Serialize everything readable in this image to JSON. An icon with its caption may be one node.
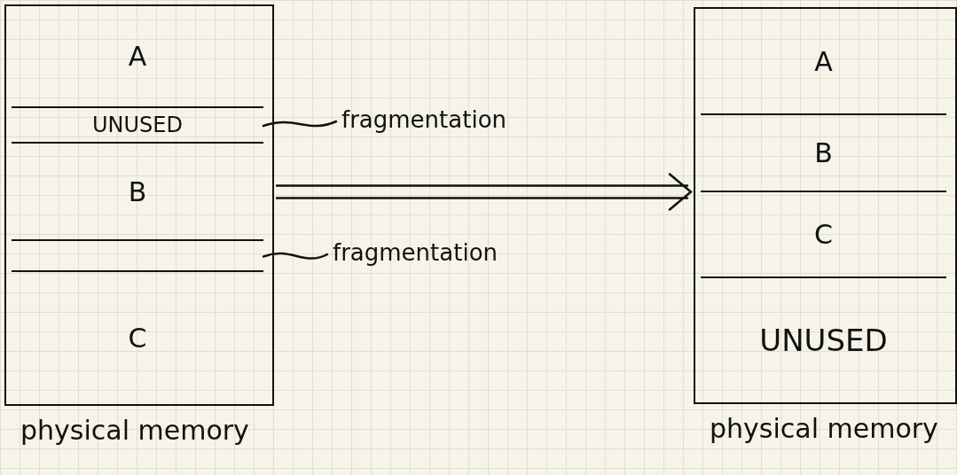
{
  "diagram": {
    "nodes": [
      {
        "text": [],
        "shape": "box",
        "beside": [
          "physical memory"
        ]
      },
      {
        "text": [
          "A"
        ],
        "in": 0
      },
      {
        "text": [
          "UNUSED"
        ],
        "in": 0
      },
      {
        "text": [
          "B"
        ],
        "in": 0
      },
      {
        "text": [],
        "shape": "box",
        "in": 0
      },
      {
        "text": [
          "C"
        ],
        "in": 0
      },
      {
        "text": [
          "fragmentation"
        ]
      },
      {
        "text": [
          "fragmentation"
        ]
      },
      {
        "text": [],
        "shape": "box",
        "beside": [
          "physical memory"
        ]
      },
      {
        "text": [
          "A"
        ],
        "in": 8
      },
      {
        "text": [
          "B"
        ],
        "in": 8
      },
      {
        "text": [
          "C"
        ],
        "in": 8
      },
      {
        "text": [
          "UNUSED"
        ],
        "in": 8
      }
    ],
    "edges": [
      {
        "from": 6,
        "to": 2,
        "arrow": "none"
      },
      {
        "from": 7,
        "to": 4,
        "arrow": "none"
      },
      {
        "from": 0,
        "to": 8,
        "arrow": "to"
      }
    ]
  }
}
